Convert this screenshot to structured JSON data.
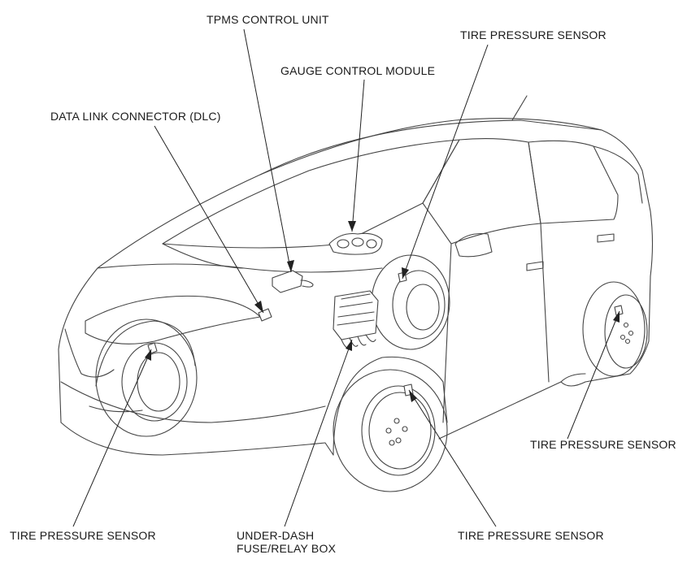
{
  "labels": {
    "tpms_control_unit": "TPMS CONTROL UNIT",
    "tire_pressure_sensor_top_right": "TIRE PRESSURE SENSOR",
    "gauge_control_module": "GAUGE CONTROL MODULE",
    "data_link_connector": "DATA LINK CONNECTOR (DLC)",
    "tire_pressure_sensor_right": "TIRE PRESSURE SENSOR",
    "tire_pressure_sensor_left": "TIRE PRESSURE SENSOR",
    "under_dash_line1": "UNDER-DASH",
    "under_dash_line2": "FUSE/RELAY BOX",
    "tire_pressure_sensor_bottom": "TIRE PRESSURE SENSOR"
  }
}
